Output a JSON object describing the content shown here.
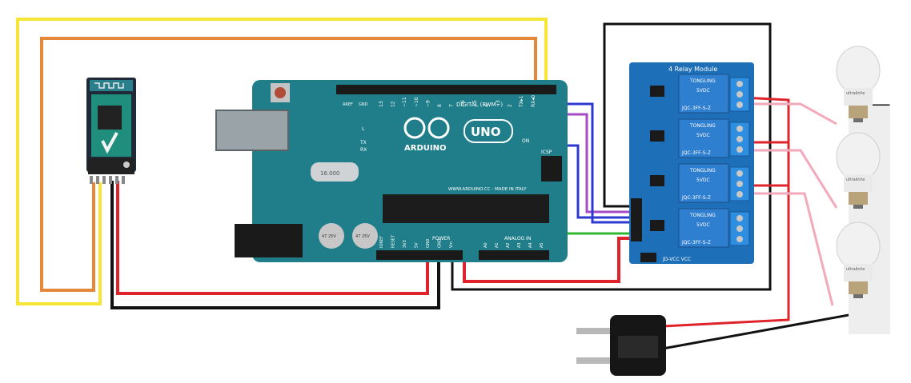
{
  "arduino": {
    "brand": "ARDUINO",
    "model": "UNO",
    "digital_label": "DIGITAL (PWM~)",
    "url_text": "WWW.ARDUINO.CC - MADE IN ITALY",
    "on_label": "ON",
    "icsp_label": "ICSP",
    "power_label": "POWER",
    "analog_label": "ANALOG IN",
    "aref_label": "AREF",
    "gnd_label": "GND",
    "tx_label": "TX",
    "rx_label": "RX",
    "l_label": "L",
    "crystal_label": "16.000",
    "cap_label_1": "47 25V",
    "cap_label_2": "47 25V",
    "digital_pins": [
      "13",
      "12",
      "~11",
      "~10",
      "~9",
      "8",
      "7",
      "~6",
      "~5",
      "4",
      "~3",
      "2",
      "TX▸1",
      "RX◂0"
    ],
    "power_pins": [
      "IOREF",
      "RESET",
      "3V3",
      "5V",
      "GND",
      "GND",
      "Vin"
    ],
    "analog_pins": [
      "A0",
      "A1",
      "A2",
      "A3",
      "A4",
      "A5"
    ]
  },
  "relay_module": {
    "title": "4 Relay Module",
    "footer": "JD-VCC VCC",
    "relay_brand": "TONGLING",
    "relay_voltage": "5VDC",
    "relay_part": "JQC-3FF-S-Z"
  },
  "bulb": {
    "label": "ultralinhs"
  },
  "colors": {
    "yellow": "#f6e534",
    "orange": "#e5883a",
    "red": "#e0232a",
    "black": "#111111",
    "green": "#2fb82f",
    "blue": "#2c38d0",
    "purple": "#a64ac9",
    "pink": "#f3a9b9",
    "board": "#1f7e8a",
    "relay_board": "#1d6fb8"
  }
}
